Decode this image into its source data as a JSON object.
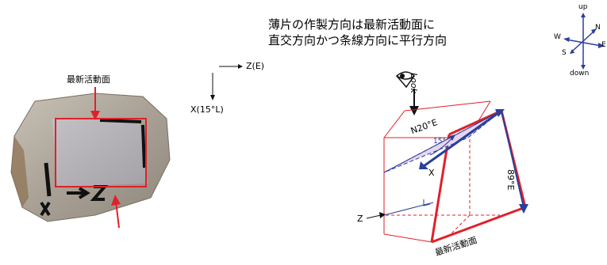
{
  "title": {
    "line1": "薄片の作製方向は最新活動面に",
    "line2": "直交方向かつ条線方向に平行方向"
  },
  "photo": {
    "plane_label": "最新活動面",
    "marker_text": "X → Z"
  },
  "axes": {
    "z_label": "Z(E)",
    "x_label": "X(15°L)"
  },
  "block_diagram": {
    "look_label": "Look",
    "strike_label": "N20°E",
    "angle_label": "15°",
    "x_label": "X",
    "dip_label": "89°E",
    "z_label": "Z",
    "plane_label": "最新活動面"
  },
  "compass": {
    "up": "up",
    "down": "down",
    "north": "N",
    "south": "S",
    "east": "E",
    "west": "W"
  },
  "colors": {
    "red": "#e0202a",
    "blue": "#2a3f9a",
    "plane_fill": "#e6d6ef"
  }
}
